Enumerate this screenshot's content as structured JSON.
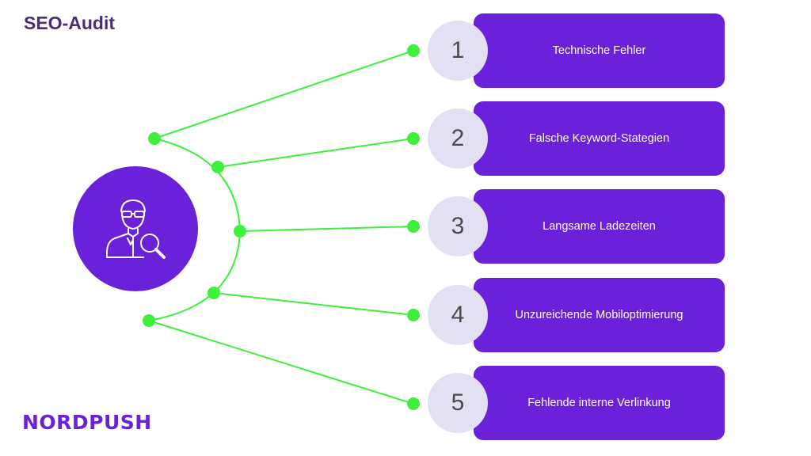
{
  "title": "SEO-Audit",
  "hub": {
    "icon": "person-magnifier-icon"
  },
  "items": [
    {
      "number": "1",
      "label": "Technische Fehler"
    },
    {
      "number": "2",
      "label": "Falsche Keyword-Stategien"
    },
    {
      "number": "3",
      "label": "Langsame Ladezeiten"
    },
    {
      "number": "4",
      "label": "Unzureichende Mobiloptimierung"
    },
    {
      "number": "5",
      "label": "Fehlende interne Verlinkung"
    }
  ],
  "logo": {
    "text": "NORDPUSH"
  },
  "colors": {
    "primary": "#6b21d9",
    "connector": "#3cf03c",
    "number_circle": "#e3e0f3",
    "title": "#4a2e6e"
  }
}
